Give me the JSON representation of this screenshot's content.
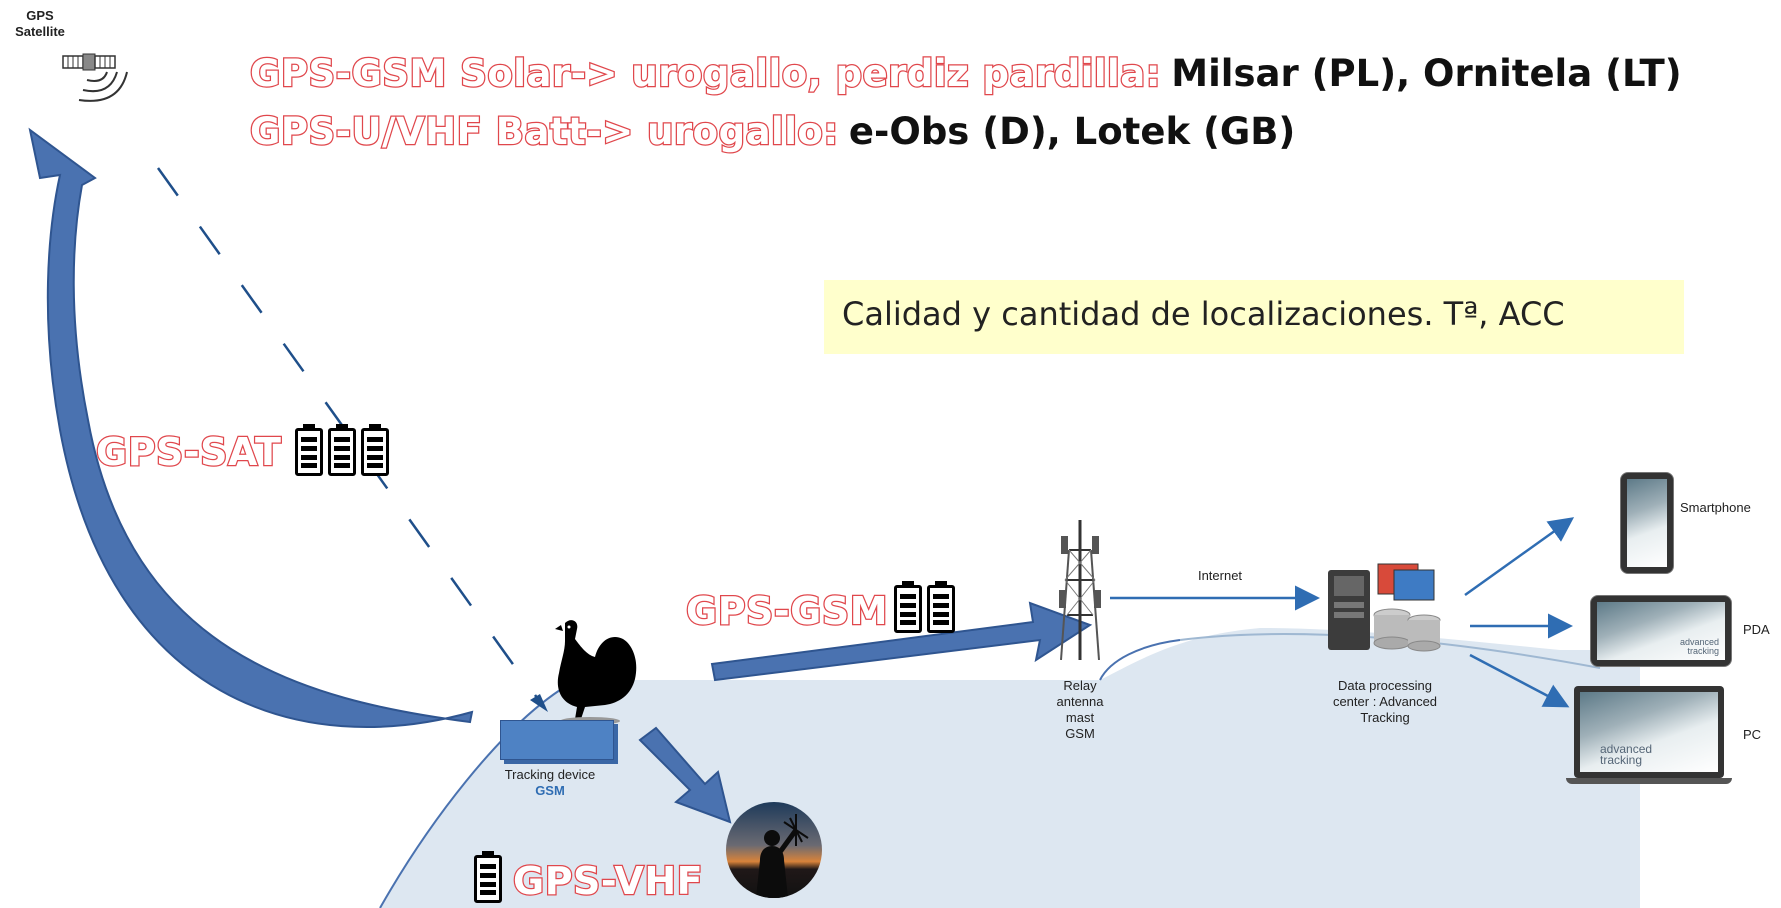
{
  "header": {
    "line1_red": "GPS-GSM Solar-> urogallo, perdiz pardilla:",
    "line1_black": "Milsar (PL), Ornitela (LT)",
    "line2_red": "GPS-U/VHF Batt-> urogallo:",
    "line2_black": "e-Obs (D), Lotek (GB)"
  },
  "note": "Calidad y cantidad de localizaciones. Tª, ACC",
  "satellite": {
    "label_line1": "GPS",
    "label_line2": "Satellite",
    "icon": "satellite-icon"
  },
  "labels": {
    "gps_sat": "GPS-SAT",
    "gps_gsm": "GPS-GSM",
    "gps_vhf": "GPS-VHF"
  },
  "nodes": {
    "tracking_device_line1": "Tracking device",
    "tracking_device_line2": "GSM",
    "relay_line1": "Relay",
    "relay_line2": "antenna",
    "relay_line3": "mast",
    "relay_line4": "GSM",
    "internet": "Internet",
    "data_center_line1": "Data processing",
    "data_center_line2": "center : Advanced",
    "data_center_line3": "Tracking",
    "smartphone": "Smartphone",
    "pda": "PDA",
    "pc": "PC",
    "brand_line1": "advanced",
    "brand_line2": "tracking"
  },
  "colors": {
    "accent_red": "#e0474c",
    "arrow_blue": "#4a72b0",
    "ground": "#dde7f1",
    "note_bg": "#ffffcc"
  }
}
